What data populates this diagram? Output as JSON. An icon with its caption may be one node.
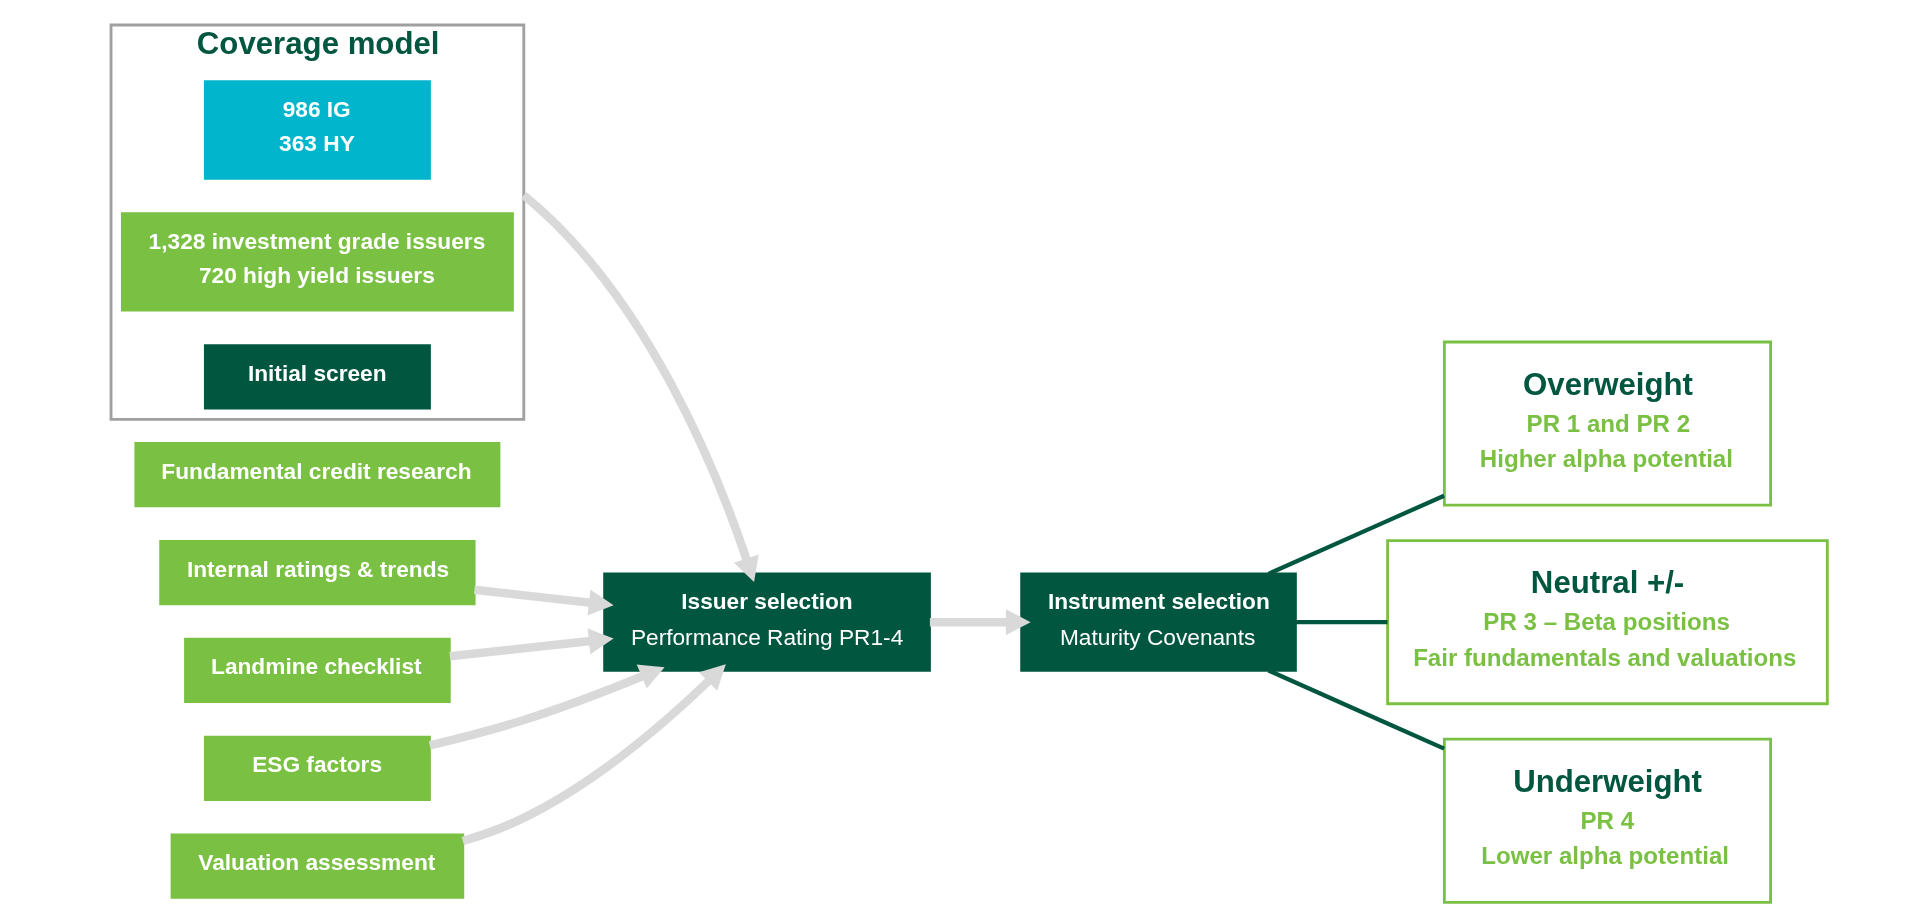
{
  "diagram": {
    "nodes": [
      {
        "text": [
          "Coverage model"
        ]
      },
      {
        "text": [
          "Initial screen"
        ],
        "in": 0
      },
      {
        "text": [
          "1,328 investment grade issuers",
          "720 high yield issuers"
        ],
        "in": 0
      },
      {
        "text": [
          "986 IG",
          "363 HY"
        ],
        "in": 0
      },
      {
        "text": [
          "Fundamental credit research"
        ]
      },
      {
        "text": [
          "Internal ratings & trends"
        ]
      },
      {
        "text": [
          "Landmine checklist"
        ]
      },
      {
        "text": [
          "ESG factors"
        ]
      },
      {
        "text": [
          "Issuer selection",
          "Performance Rating PR1-4"
        ]
      },
      {
        "text": [
          "Valuation assessment"
        ]
      },
      {
        "text": [
          "Instrument selection",
          "Maturity Covenants"
        ]
      },
      {
        "text": [
          "Overweight",
          "PR 1 and PR 2",
          "Higher alpha potential"
        ]
      },
      {
        "text": [
          "Neutral +/-",
          "PR 3 – Beta positions",
          "Fair fundamentals and valuations"
        ]
      },
      {
        "text": [
          "Underweight",
          "PR 4",
          "Lower alpha potential"
        ]
      }
    ],
    "edges": [
      {
        "from": 3,
        "to": 8,
        "arrow": "to"
      },
      {
        "from": 5,
        "to": 8,
        "arrow": "to"
      },
      {
        "from": 6,
        "to": 8,
        "arrow": "to"
      },
      {
        "from": 7,
        "to": 8,
        "arrow": "to"
      },
      {
        "from": 9,
        "to": 8,
        "arrow": "to"
      },
      {
        "from": 8,
        "to": 10,
        "arrow": "to"
      },
      {
        "from": 10,
        "to": 11,
        "arrow": "none",
        "color": "#00563f"
      },
      {
        "from": 10,
        "to": 12,
        "arrow": "none",
        "color": "#00563f"
      },
      {
        "from": 10,
        "to": 13,
        "arrow": "none",
        "color": "#00563f"
      }
    ]
  }
}
